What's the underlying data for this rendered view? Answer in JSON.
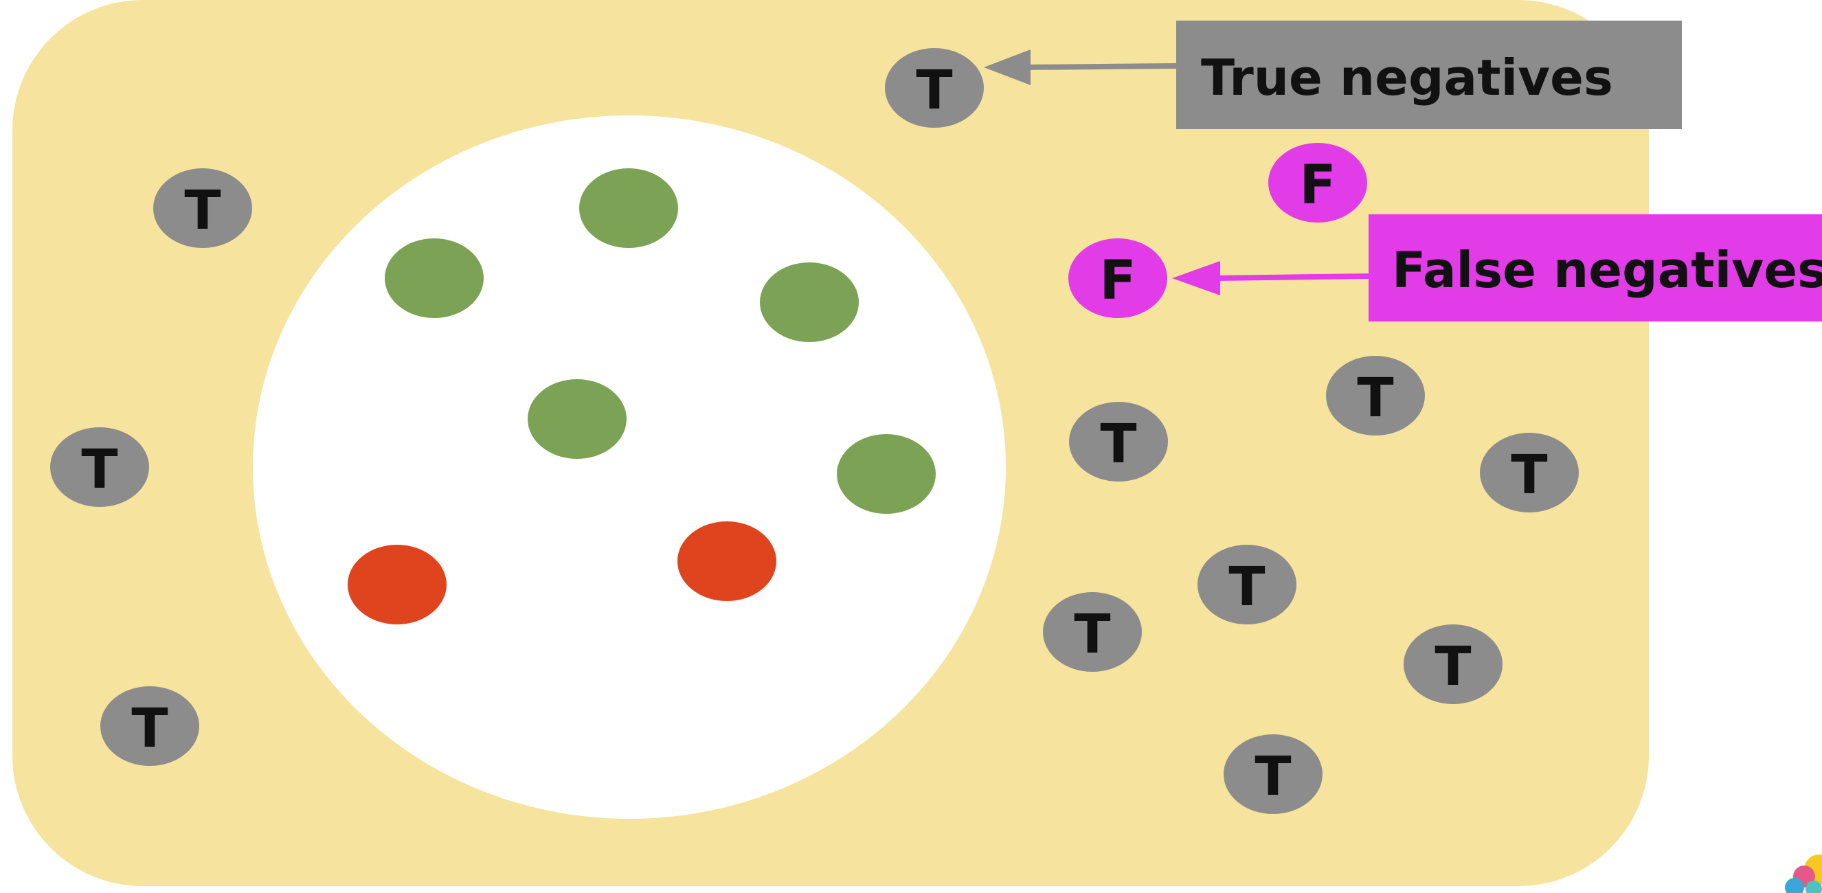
{
  "colors": {
    "background": "#ffffff",
    "panel": "#f6e39d",
    "selection_circle": "#ffffff",
    "true_negative_node": "#8c8c8c",
    "false_negative_node": "#e23be8",
    "green_dot": "#7ca355",
    "red_dot": "#e0441f",
    "true_negative_callout": "#8c8c8c",
    "false_negative_callout": "#e23be8",
    "node_text": "#111111"
  },
  "node_letters": {
    "true_negative": "T",
    "false_negative": "F"
  },
  "callouts": {
    "true_negatives": "True negatives",
    "false_negatives": "False negatives"
  },
  "icons": [
    "app-logo-icon"
  ]
}
